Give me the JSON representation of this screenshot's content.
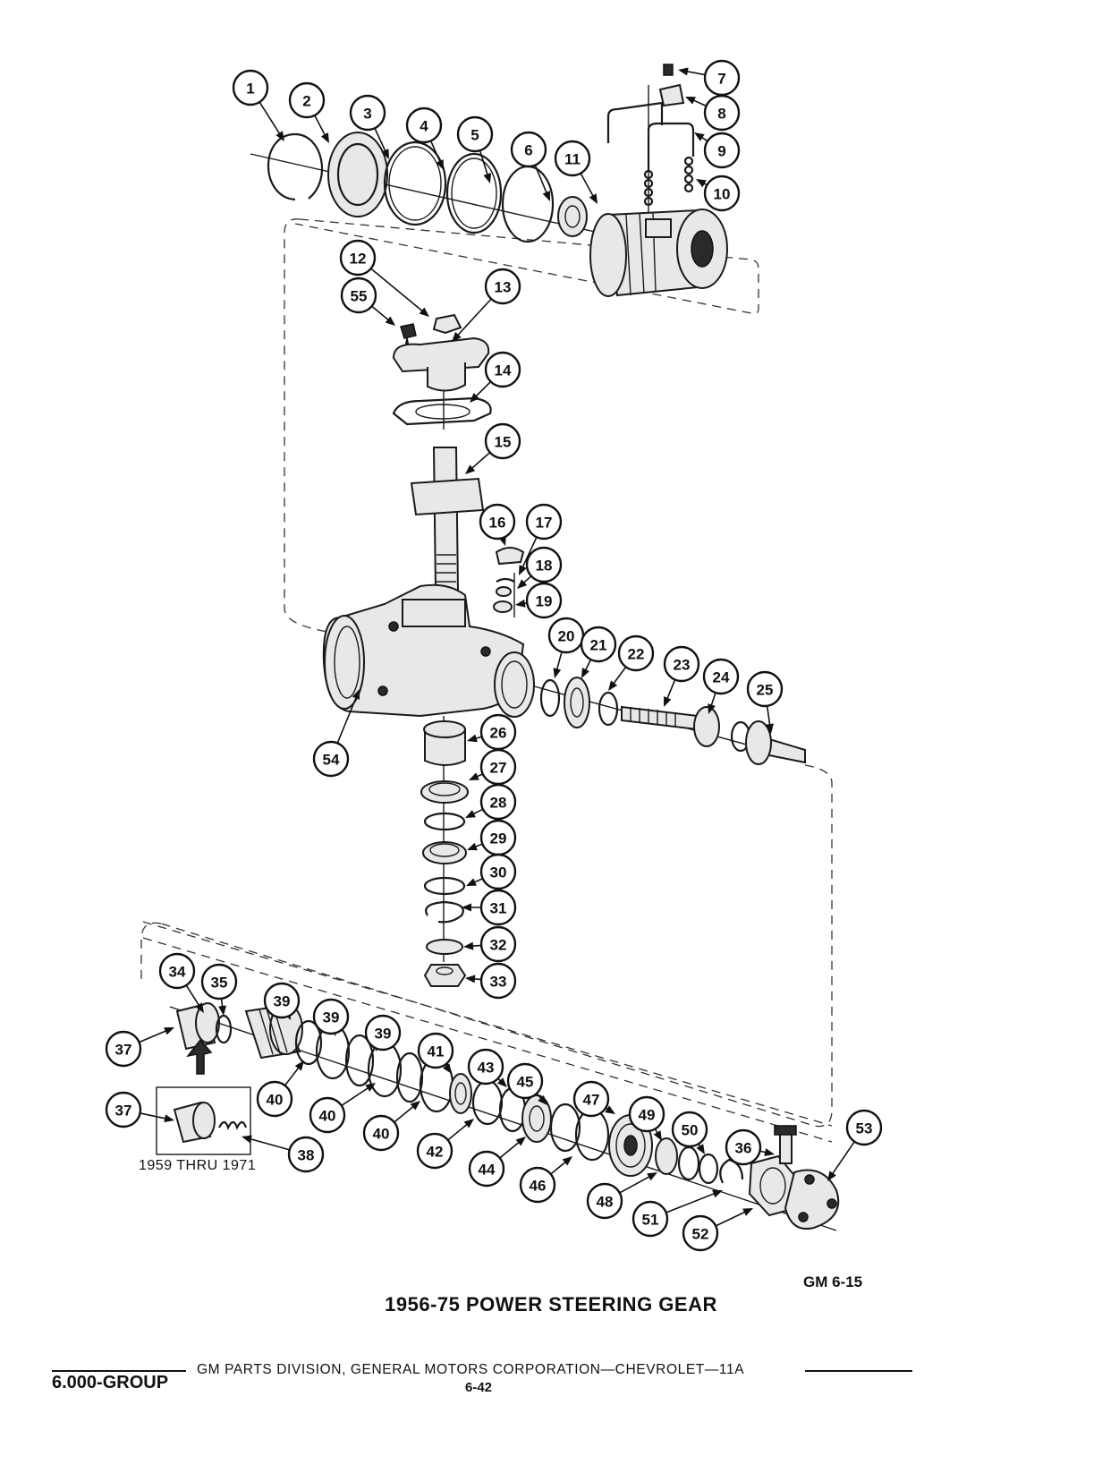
{
  "caption": {
    "title": "1956-75 POWER STEERING GEAR",
    "figure_code": "GM 6-15",
    "inset_label": "1959 THRU 1971"
  },
  "footer": {
    "group": "6.000-GROUP",
    "source": "GM PARTS DIVISION, GENERAL MOTORS CORPORATION—CHEVROLET—11A",
    "page": "6-42"
  },
  "callouts": [
    {
      "id": "c1",
      "label": "1"
    },
    {
      "id": "c2",
      "label": "2"
    },
    {
      "id": "c3",
      "label": "3"
    },
    {
      "id": "c4",
      "label": "4"
    },
    {
      "id": "c5",
      "label": "5"
    },
    {
      "id": "c6",
      "label": "6"
    },
    {
      "id": "c7",
      "label": "7"
    },
    {
      "id": "c8",
      "label": "8"
    },
    {
      "id": "c9",
      "label": "9"
    },
    {
      "id": "c10",
      "label": "10"
    },
    {
      "id": "c11",
      "label": "11"
    },
    {
      "id": "c12",
      "label": "12"
    },
    {
      "id": "c55",
      "label": "55"
    },
    {
      "id": "c13",
      "label": "13"
    },
    {
      "id": "c14",
      "label": "14"
    },
    {
      "id": "c15",
      "label": "15"
    },
    {
      "id": "c16",
      "label": "16"
    },
    {
      "id": "c17",
      "label": "17"
    },
    {
      "id": "c18",
      "label": "18"
    },
    {
      "id": "c19",
      "label": "19"
    },
    {
      "id": "c20",
      "label": "20"
    },
    {
      "id": "c21",
      "label": "21"
    },
    {
      "id": "c22",
      "label": "22"
    },
    {
      "id": "c23",
      "label": "23"
    },
    {
      "id": "c24",
      "label": "24"
    },
    {
      "id": "c25",
      "label": "25"
    },
    {
      "id": "c54",
      "label": "54"
    },
    {
      "id": "c26",
      "label": "26"
    },
    {
      "id": "c27",
      "label": "27"
    },
    {
      "id": "c28",
      "label": "28"
    },
    {
      "id": "c29",
      "label": "29"
    },
    {
      "id": "c30",
      "label": "30"
    },
    {
      "id": "c31",
      "label": "31"
    },
    {
      "id": "c32",
      "label": "32"
    },
    {
      "id": "c33",
      "label": "33"
    },
    {
      "id": "c34",
      "label": "34"
    },
    {
      "id": "c35",
      "label": "35"
    },
    {
      "id": "c39a",
      "label": "39"
    },
    {
      "id": "c39b",
      "label": "39"
    },
    {
      "id": "c39c",
      "label": "39"
    },
    {
      "id": "c37a",
      "label": "37"
    },
    {
      "id": "c40a",
      "label": "40"
    },
    {
      "id": "c40b",
      "label": "40"
    },
    {
      "id": "c40c",
      "label": "40"
    },
    {
      "id": "c41",
      "label": "41"
    },
    {
      "id": "c43",
      "label": "43"
    },
    {
      "id": "c45",
      "label": "45"
    },
    {
      "id": "c47",
      "label": "47"
    },
    {
      "id": "c49",
      "label": "49"
    },
    {
      "id": "c50",
      "label": "50"
    },
    {
      "id": "c36",
      "label": "36"
    },
    {
      "id": "c53",
      "label": "53"
    },
    {
      "id": "c37b",
      "label": "37"
    },
    {
      "id": "c38",
      "label": "38"
    },
    {
      "id": "c42",
      "label": "42"
    },
    {
      "id": "c44",
      "label": "44"
    },
    {
      "id": "c46",
      "label": "46"
    },
    {
      "id": "c48",
      "label": "48"
    },
    {
      "id": "c51",
      "label": "51"
    },
    {
      "id": "c52",
      "label": "52"
    }
  ]
}
